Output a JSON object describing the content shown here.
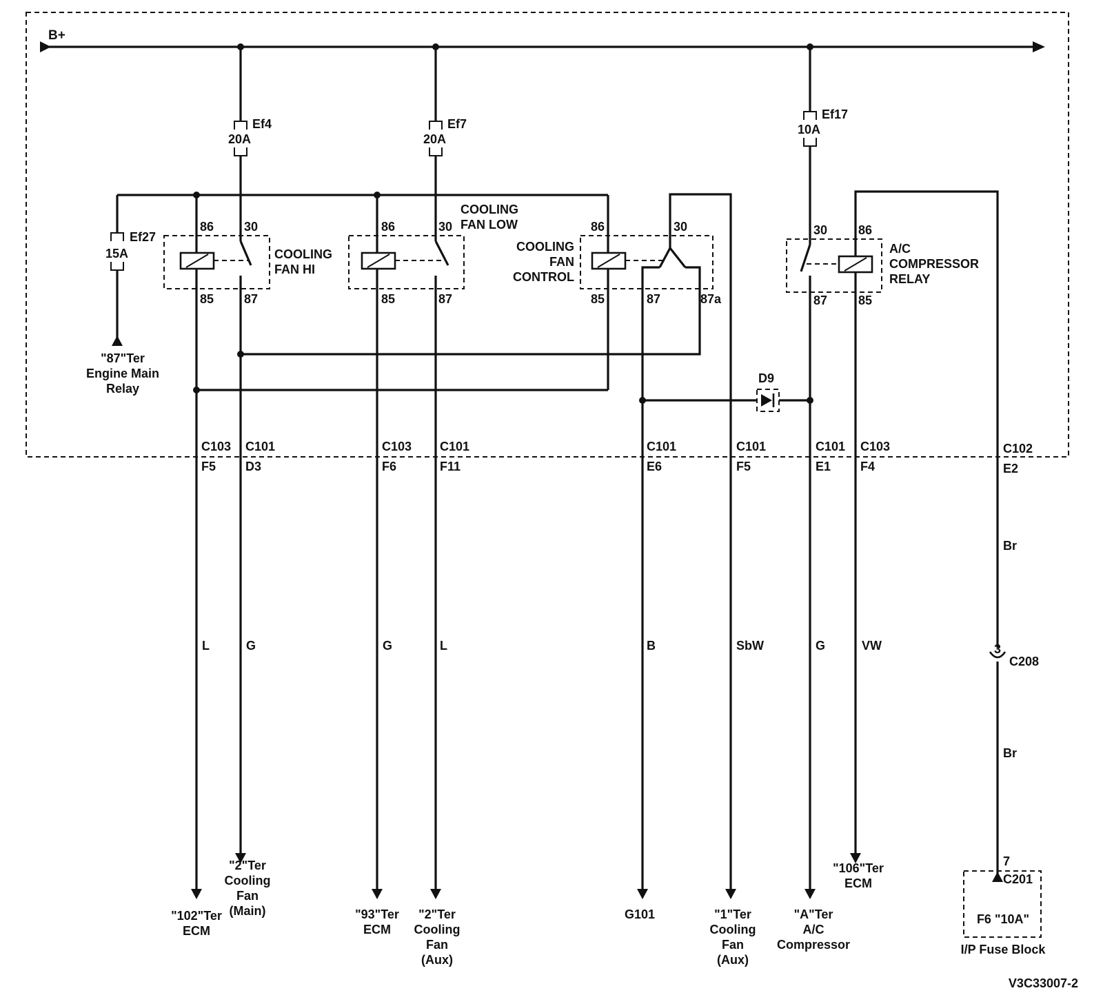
{
  "bplus": "B+",
  "fuses": {
    "ef4": {
      "name": "Ef4",
      "rating": "20A"
    },
    "ef7": {
      "name": "Ef7",
      "rating": "20A"
    },
    "ef17": {
      "name": "Ef17",
      "rating": "10A"
    },
    "ef27": {
      "name": "Ef27",
      "rating": "15A"
    }
  },
  "relays": {
    "fan_hi": {
      "line1": "COOLING",
      "line2": "FAN HI",
      "p86": "86",
      "p30": "30",
      "p85": "85",
      "p87": "87"
    },
    "fan_low": {
      "line1": "COOLING",
      "line2": "FAN LOW",
      "p86": "86",
      "p30": "30",
      "p85": "85",
      "p87": "87"
    },
    "fan_control": {
      "line1": "COOLING",
      "line2": "FAN",
      "line3": "CONTROL",
      "p86": "86",
      "p30": "30",
      "p85": "85",
      "p87": "87",
      "p87a": "87a"
    },
    "ac": {
      "line1": "A/C",
      "line2": "COMPRESSOR",
      "line3": "RELAY",
      "p30": "30",
      "p86": "86",
      "p87": "87",
      "p85": "85"
    }
  },
  "engine_main_relay": {
    "line1": "\"87\"Ter",
    "line2": "Engine Main",
    "line3": "Relay"
  },
  "diode": "D9",
  "connectors": [
    {
      "conn": "C103",
      "pin": "F5"
    },
    {
      "conn": "C101",
      "pin": "D3"
    },
    {
      "conn": "C103",
      "pin": "F6"
    },
    {
      "conn": "C101",
      "pin": "F11"
    },
    {
      "conn": "C101",
      "pin": "E6"
    },
    {
      "conn": "C101",
      "pin": "F5"
    },
    {
      "conn": "C101",
      "pin": "E1"
    },
    {
      "conn": "C103",
      "pin": "F4"
    },
    {
      "conn": "C102",
      "pin": "E2"
    }
  ],
  "wire_colors": [
    "L",
    "G",
    "G",
    "L",
    "B",
    "SbW",
    "G",
    "VW",
    "Br",
    "Br"
  ],
  "c208": {
    "pin": "3",
    "name": "C208"
  },
  "c201": {
    "pin": "7",
    "name": "C201",
    "fuse": "F6 \"10A\"",
    "block": "I/P Fuse Block"
  },
  "destinations": {
    "ecm102": {
      "line1": "\"102\"Ter",
      "line2": "ECM"
    },
    "fan_main": {
      "line1": "\"2\"Ter",
      "line2": "Cooling",
      "line3": "Fan",
      "line4": "(Main)"
    },
    "ecm93": {
      "line1": "\"93\"Ter",
      "line2": "ECM"
    },
    "fan_aux2": {
      "line1": "\"2\"Ter",
      "line2": "Cooling",
      "line3": "Fan",
      "line4": "(Aux)"
    },
    "g101": "G101",
    "fan_aux1": {
      "line1": "\"1\"Ter",
      "line2": "Cooling",
      "line3": "Fan",
      "line4": "(Aux)"
    },
    "ac_comp": {
      "line1": "\"A\"Ter",
      "line2": "A/C",
      "line3": "Compressor"
    },
    "ecm106": {
      "line1": "\"106\"Ter",
      "line2": "ECM"
    }
  },
  "figure_id": "V3C33007-2"
}
